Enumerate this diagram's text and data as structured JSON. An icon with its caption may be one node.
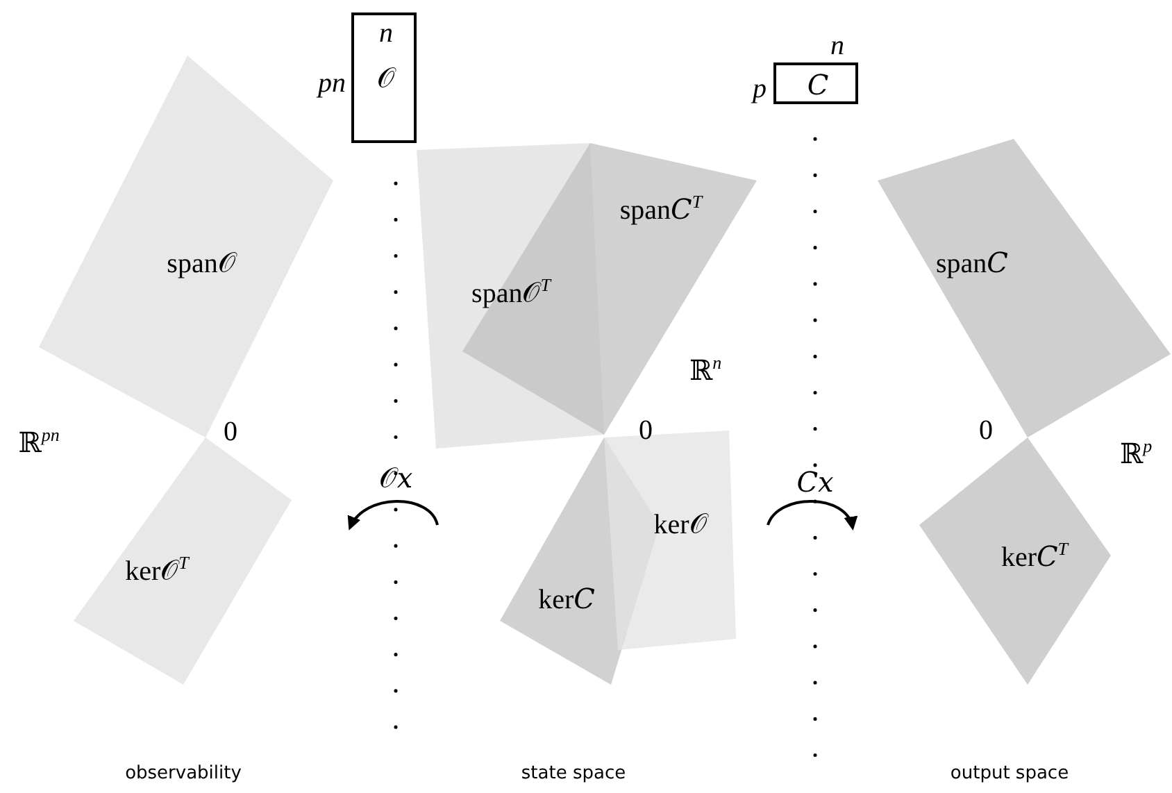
{
  "diagram": {
    "nodes": [
      {
        "text": [
          "n",
          "𝒪"
        ],
        "beside": [
          "pn"
        ]
      },
      {
        "text": [
          "𝐶"
        ],
        "beside": [
          "n",
          "p"
        ]
      },
      {
        "text": [
          "span𝒪"
        ]
      },
      {
        "text": [
          "ker𝒪$^{T}$"
        ]
      },
      {
        "text": [
          "span𝒪$^{T}$"
        ]
      },
      {
        "text": [
          "span𝐶$^{T}$"
        ]
      },
      {
        "text": [
          "ker𝐶"
        ]
      },
      {
        "text": [
          "ker𝒪"
        ]
      },
      {
        "text": [
          "span𝐶"
        ]
      },
      {
        "text": [
          "ker𝐶$^{T}$"
        ]
      }
    ],
    "labels": [
      "ℝ$^{pn}$",
      "0",
      "𝒪𝑥",
      "ℝ$^{n}$",
      "0",
      "𝐶𝑥",
      "0",
      "ℝ$^{p}$",
      "observability",
      "state space",
      "output space"
    ]
  }
}
